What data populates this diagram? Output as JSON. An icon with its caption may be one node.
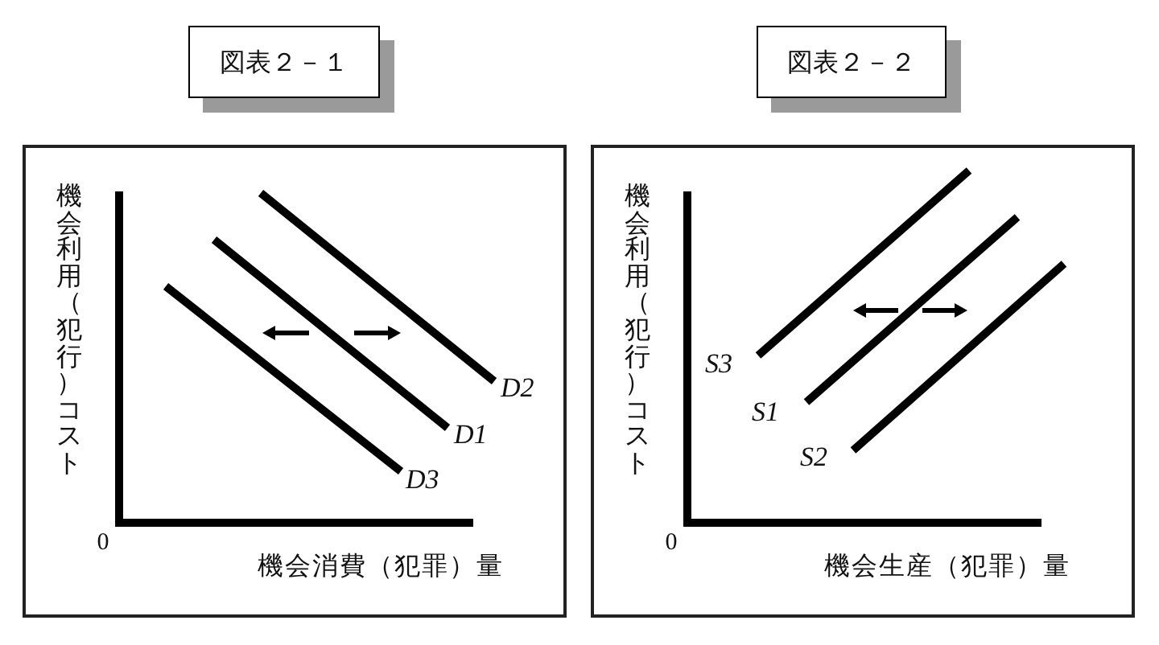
{
  "diagram": {
    "nodes": [
      {
        "text": [
          "図表２－１"
        ]
      },
      {
        "text": [
          "図表２－２"
        ]
      },
      {
        "text": [
          "機会利用（犯行）コスト",
          "0",
          "機会消費（犯罪）量",
          "D2",
          "D1",
          "D3"
        ]
      },
      {
        "text": [
          "機会利用（犯行）コスト",
          "0",
          "機会生産（犯罪）量",
          "S3",
          "S1",
          "S2"
        ]
      }
    ]
  }
}
